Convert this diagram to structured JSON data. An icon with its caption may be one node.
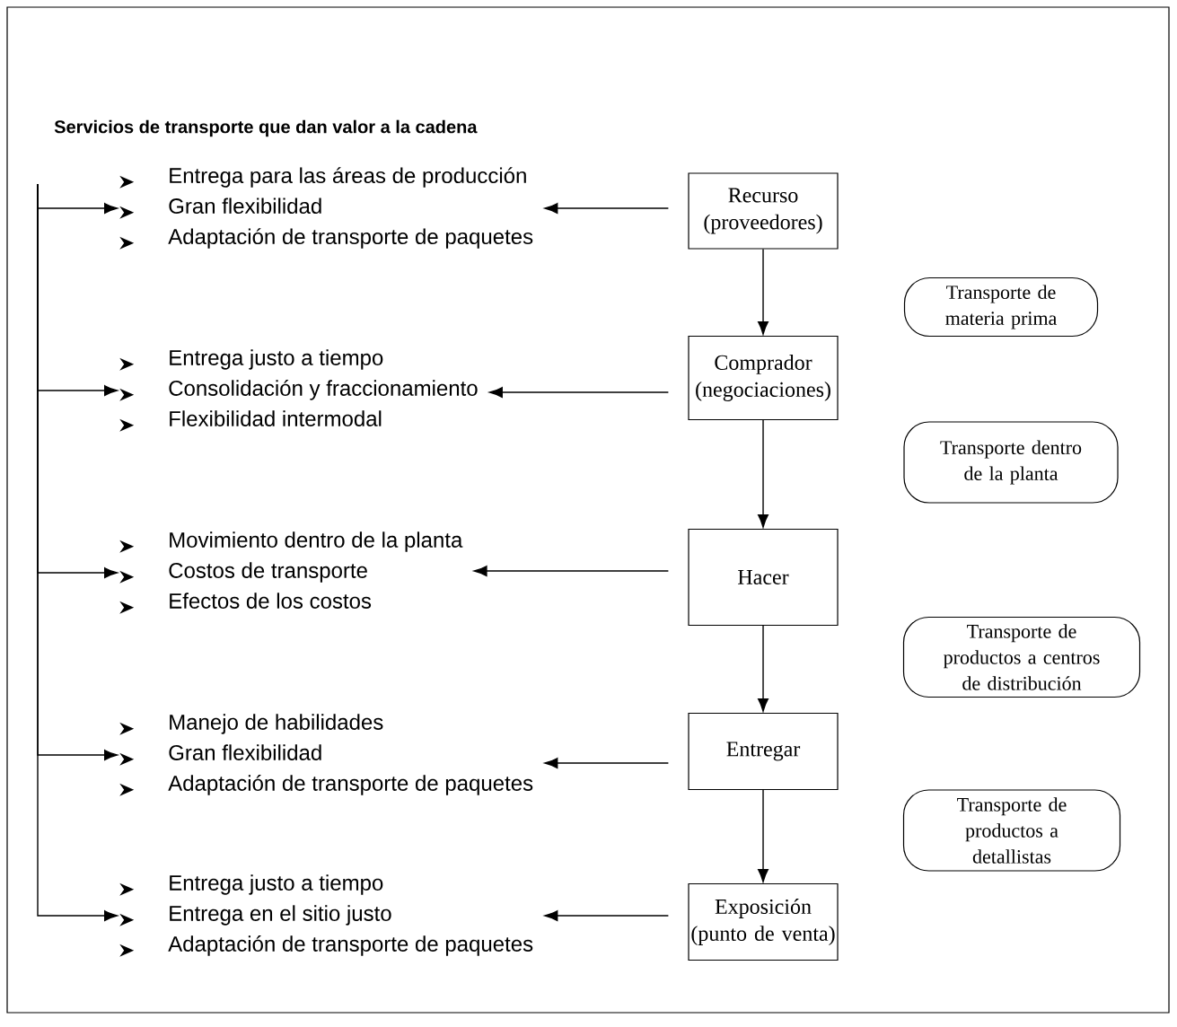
{
  "diagram": {
    "title": "Servicios de transporte que dan valor a la cadena",
    "nodes": [
      {
        "text": [
          "Entrega para las áreas de producción",
          "Gran flexibilidad",
          "Adaptación de transporte de paquetes"
        ]
      },
      {
        "text": [
          "Recurso (proveedores)"
        ]
      },
      {
        "text": [
          "Transporte de materia prima"
        ]
      },
      {
        "text": [
          "Entrega justo a tiempo",
          "Consolidación y fraccionamiento",
          "Flexibilidad intermodal"
        ]
      },
      {
        "text": [
          "Comprador (negociaciones)"
        ]
      },
      {
        "text": [
          "Transporte dentro de la planta"
        ]
      },
      {
        "text": [
          "Movimiento dentro de la planta",
          "Costos de transporte",
          "Efectos de los costos"
        ]
      },
      {
        "text": [
          "Hacer"
        ]
      },
      {
        "text": [
          "Transporte de productos a centros de distribución"
        ]
      },
      {
        "text": [
          "Manejo de habilidades",
          "Gran flexibilidad",
          "Adaptación de transporte de paquetes"
        ]
      },
      {
        "text": [
          "Entregar"
        ]
      },
      {
        "text": [
          "Transporte de productos a detallistas"
        ]
      },
      {
        "text": [
          "Entrega justo a tiempo",
          "Entrega en el sitio justo",
          "Adaptación de transporte de paquetes"
        ]
      },
      {
        "text": [
          "Exposición (punto de venta)"
        ]
      }
    ],
    "edges": [
      {
        "from": 1,
        "to": 4,
        "arrow": "to"
      },
      {
        "from": 4,
        "to": 7,
        "arrow": "to"
      },
      {
        "from": 7,
        "to": 10,
        "arrow": "to"
      },
      {
        "from": 10,
        "to": 13,
        "arrow": "to"
      },
      {
        "from": 1,
        "to": 0,
        "arrow": "to"
      },
      {
        "from": 4,
        "to": 3,
        "arrow": "to"
      },
      {
        "from": 7,
        "to": 6,
        "arrow": "to"
      },
      {
        "from": 10,
        "to": 9,
        "arrow": "to"
      },
      {
        "from": 13,
        "to": 12,
        "arrow": "to"
      },
      {
        "from": null,
        "to": 0,
        "arrow": "to"
      },
      {
        "from": null,
        "to": 3,
        "arrow": "to"
      },
      {
        "from": null,
        "to": 6,
        "arrow": "to"
      },
      {
        "from": null,
        "to": 9,
        "arrow": "to"
      },
      {
        "from": null,
        "to": 12,
        "arrow": "to"
      }
    ]
  }
}
